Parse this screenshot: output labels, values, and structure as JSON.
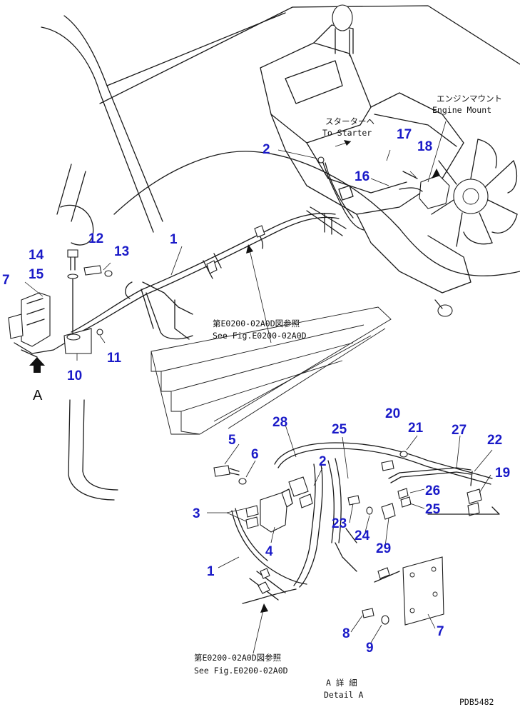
{
  "colors": {
    "callout": "#1a1ac8",
    "line": "#1a1a1a",
    "background": "#ffffff"
  },
  "callouts": [
    {
      "id": "c1a",
      "label": "1"
    },
    {
      "id": "c1b",
      "label": "1"
    },
    {
      "id": "c2a",
      "label": "2"
    },
    {
      "id": "c2b",
      "label": "2"
    },
    {
      "id": "c3",
      "label": "3"
    },
    {
      "id": "c4",
      "label": "4"
    },
    {
      "id": "c5",
      "label": "5"
    },
    {
      "id": "c6",
      "label": "6"
    },
    {
      "id": "c7a",
      "label": "7"
    },
    {
      "id": "c7b",
      "label": "7"
    },
    {
      "id": "c8",
      "label": "8"
    },
    {
      "id": "c9",
      "label": "9"
    },
    {
      "id": "c10",
      "label": "10"
    },
    {
      "id": "c11",
      "label": "11"
    },
    {
      "id": "c12",
      "label": "12"
    },
    {
      "id": "c13",
      "label": "13"
    },
    {
      "id": "c14",
      "label": "14"
    },
    {
      "id": "c15",
      "label": "15"
    },
    {
      "id": "c16",
      "label": "16"
    },
    {
      "id": "c17",
      "label": "17"
    },
    {
      "id": "c18",
      "label": "18"
    },
    {
      "id": "c19",
      "label": "19"
    },
    {
      "id": "c20",
      "label": "20"
    },
    {
      "id": "c21",
      "label": "21"
    },
    {
      "id": "c22",
      "label": "22"
    },
    {
      "id": "c23",
      "label": "23"
    },
    {
      "id": "c24",
      "label": "24"
    },
    {
      "id": "c25a",
      "label": "25"
    },
    {
      "id": "c25b",
      "label": "25"
    },
    {
      "id": "c26",
      "label": "26"
    },
    {
      "id": "c27",
      "label": "27"
    },
    {
      "id": "c28",
      "label": "28"
    },
    {
      "id": "c29",
      "label": "29"
    }
  ],
  "notes": {
    "engine_mount_jp": "エンジンマウント",
    "engine_mount_en": "Engine Mount",
    "starter_jp": "スターターヘ",
    "starter_en": "To Starter",
    "see_fig_jp_top": "第E0200-02A0D図参照",
    "see_fig_en_top": "See Fig.E0200-02A0D",
    "see_fig_jp_bottom": "第E0200-02A0D図参照",
    "see_fig_en_bottom": "See Fig.E0200-02A0D",
    "view_letter": "A",
    "detail_jp": "A 詳 細",
    "detail_en": "Detail A",
    "drawing_number": "PDB5482"
  }
}
